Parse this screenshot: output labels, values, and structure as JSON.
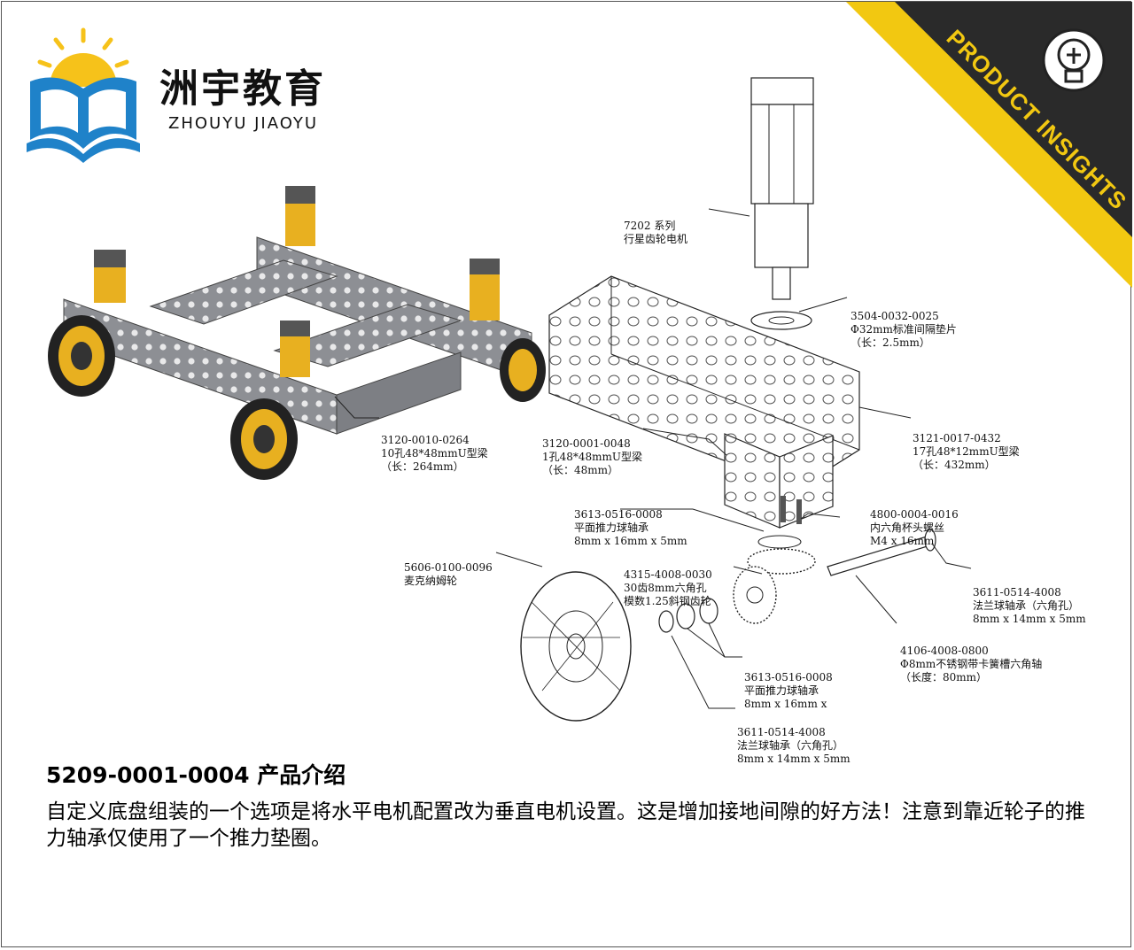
{
  "brand": {
    "name_cn": "洲宇教育",
    "name_en": "ZHOUYU JIAOYU"
  },
  "corner_banner": {
    "text": "PRODUCT INSIGHTS",
    "icon": "lightbulb-wrench-icon"
  },
  "colors": {
    "banner_yellow": "#f2c811",
    "banner_dark": "#2a2a2a",
    "motor_yellow": "#e8b020",
    "logo_blue": "#1f82c9",
    "logo_sun": "#f6c21a"
  },
  "labels": {
    "motor": [
      "7202 系列",
      "行星齿轮电机"
    ],
    "spacer": [
      "3504-0032-0025",
      "Φ32mm标准间隔垫片",
      "（长：2.5mm）"
    ],
    "beam_432": [
      "3121-0017-0432",
      "17孔48*12mmU型梁",
      "（长：432mm）"
    ],
    "beam_264": [
      "3120-0010-0264",
      "10孔48*48mmU型梁",
      "（长：264mm）"
    ],
    "beam_48": [
      "3120-0001-0048",
      "1孔48*48mmU型梁",
      "（长：48mm）"
    ],
    "thrust_bearing_top": [
      "3613-0516-0008",
      "平面推力球轴承",
      "8mm x 16mm x 5mm"
    ],
    "screw": [
      "4800-0004-0016",
      "内六角杯头螺丝",
      "M4 x 16mm"
    ],
    "mecanum": [
      "5606-0100-0096",
      "麦克纳姆轮"
    ],
    "gear": [
      "4315-4008-0030",
      "30齿8mm六角孔",
      "模数1.25斜钢齿轮"
    ],
    "flange_bearing_right": [
      "3611-0514-4008",
      "法兰球轴承（六角孔）",
      "8mm x 14mm x 5mm"
    ],
    "shaft": [
      "4106-4008-0800",
      "Φ8mm不锈钢带卡簧槽六角轴",
      "（长度：80mm）"
    ],
    "thrust_bearing_bottom": [
      "3613-0516-0008",
      "平面推力球轴承",
      "8mm x 16mm x"
    ],
    "flange_bearing_bottom": [
      "3611-0514-4008",
      "法兰球轴承（六角孔）",
      "8mm x 14mm x 5mm"
    ]
  },
  "title": "5209-0001-0004 产品介绍",
  "description": "自定义底盘组装的一个选项是将水平电机配置改为垂直电机设置。这是增加接地间隙的好方法！注意到靠近轮子的推力轴承仅使用了一个推力垫圈。"
}
